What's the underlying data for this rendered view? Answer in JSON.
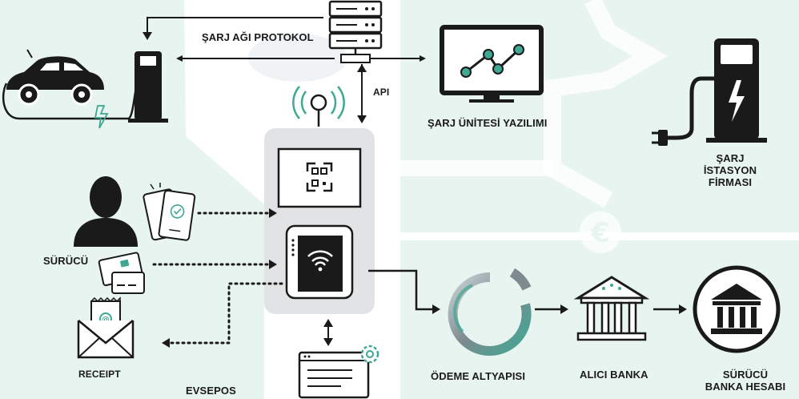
{
  "labels": {
    "network_protocol": "ŞARJ AĞI PROTOKOL",
    "api": "API",
    "software": "ŞARJ ÜNİTESİ YAZILIMI",
    "station_company": [
      "ŞARJ",
      "İSTASYON",
      "FİRMASI"
    ],
    "driver": "SÜRÜCÜ",
    "receipt": "RECEIPT",
    "evsepos": "EVSEPOS",
    "payment_infra": "ÖDEME ALTYAPISI",
    "acquirer_bank": "ALICI BANKA",
    "driver_bank": [
      "SÜRÜCÜ",
      "BANKA HESABI"
    ]
  },
  "icons": {
    "car": "car-icon",
    "charger": "charger-icon",
    "server": "server-icon",
    "monitor": "monitor-chart-icon",
    "station": "charging-station-icon",
    "person": "person-icon",
    "phone": "phone-icon",
    "card": "card-icon",
    "envelope": "envelope-icon",
    "pos": "pos-terminal-icon",
    "qr": "qr-code-icon",
    "nfc": "nfc-icon",
    "antenna": "antenna-icon",
    "config": "config-window-icon",
    "gateway": "payment-gateway-icon",
    "bank": "bank-icon",
    "euro": "euro-icon"
  },
  "colors": {
    "accent": "#3ea893",
    "mint_bg": "#e8f4f0",
    "dark": "#1a1a1a",
    "pos_body": "#e2e3e4"
  }
}
